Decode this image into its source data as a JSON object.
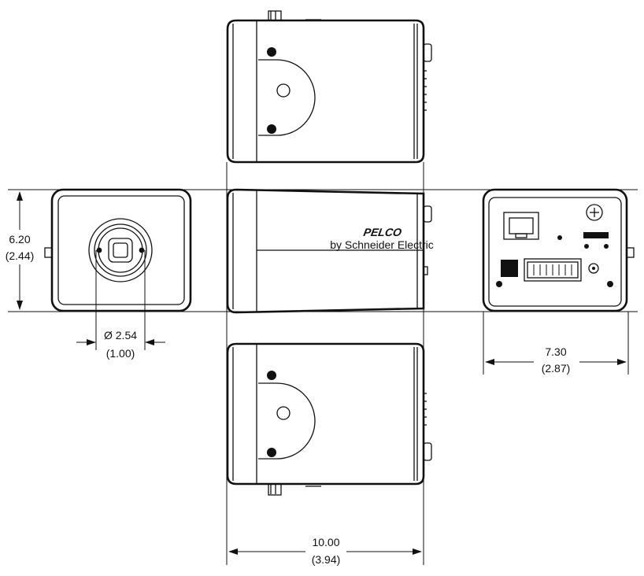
{
  "brand": {
    "logo_text": "PELCO",
    "tagline": "by Schneider Electric"
  },
  "dimensions": {
    "height": {
      "mm": "6.20",
      "in": "(2.44)"
    },
    "lens_diameter": {
      "mm": "Ø 2.54",
      "in": "(1.00)"
    },
    "width": {
      "mm": "7.30",
      "in": "(2.87)"
    },
    "length": {
      "mm": "10.00",
      "in": "(3.94)"
    }
  },
  "views": [
    "top-view",
    "front-view",
    "side-view",
    "rear-view",
    "bottom-view"
  ]
}
